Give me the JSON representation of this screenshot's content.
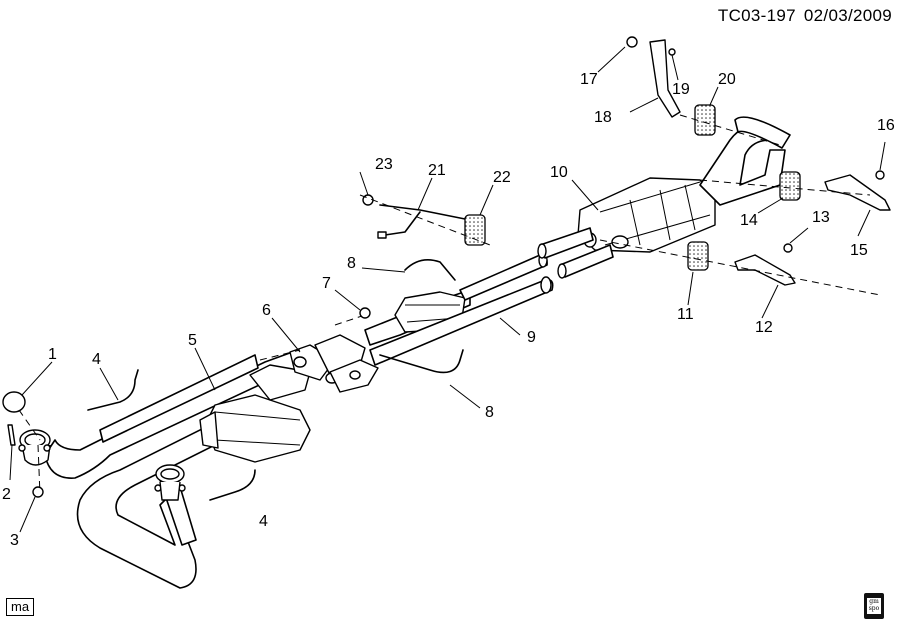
{
  "header": {
    "diagram_id": "TC03-197",
    "date": "02/03/2009"
  },
  "footer": {
    "left_badge": "ma",
    "right_badge_line1": "gm",
    "right_badge_line2": "spo",
    "right_badge_icon": "gm-spo-logo-icon"
  },
  "callouts": [
    {
      "id": "1",
      "label": "1",
      "part": "plug"
    },
    {
      "id": "2",
      "label": "2",
      "part": "stud"
    },
    {
      "id": "3",
      "label": "3",
      "part": "nut"
    },
    {
      "id": "4a",
      "label": "4",
      "part": "oxygen sensor (upper)"
    },
    {
      "id": "4b",
      "label": "4",
      "part": "oxygen sensor (lower)"
    },
    {
      "id": "5",
      "label": "5",
      "part": "front exhaust pipe with catalytic converter"
    },
    {
      "id": "6",
      "label": "6",
      "part": "gasket"
    },
    {
      "id": "7",
      "label": "7",
      "part": "nut"
    },
    {
      "id": "8a",
      "label": "8",
      "part": "oxygen sensor (upper)"
    },
    {
      "id": "8b",
      "label": "8",
      "part": "oxygen sensor (lower)"
    },
    {
      "id": "9",
      "label": "9",
      "part": "intermediate pipe"
    },
    {
      "id": "10",
      "label": "10",
      "part": "muffler"
    },
    {
      "id": "11",
      "label": "11",
      "part": "insulator"
    },
    {
      "id": "12",
      "label": "12",
      "part": "hanger"
    },
    {
      "id": "13",
      "label": "13",
      "part": "bolt"
    },
    {
      "id": "14",
      "label": "14",
      "part": "insulator"
    },
    {
      "id": "15",
      "label": "15",
      "part": "hanger"
    },
    {
      "id": "16",
      "label": "16",
      "part": "bolt"
    },
    {
      "id": "17",
      "label": "17",
      "part": "bolt"
    },
    {
      "id": "18",
      "label": "18",
      "part": "hanger bracket"
    },
    {
      "id": "19",
      "label": "19",
      "part": "nut"
    },
    {
      "id": "20",
      "label": "20",
      "part": "insulator"
    },
    {
      "id": "21",
      "label": "21",
      "part": "hanger"
    },
    {
      "id": "22",
      "label": "22",
      "part": "insulator"
    },
    {
      "id": "23",
      "label": "23",
      "part": "nut"
    }
  ]
}
